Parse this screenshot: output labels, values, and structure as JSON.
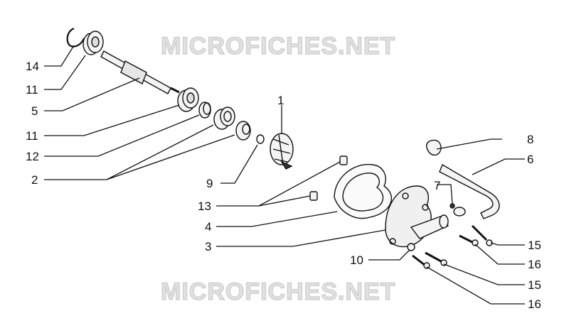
{
  "watermark": {
    "text": "MICROFICHES.NET"
  },
  "callouts": {
    "c1": "1",
    "c2": "2",
    "c3": "3",
    "c4": "4",
    "c5": "5",
    "c6": "6",
    "c7": "7",
    "c8": "8",
    "c9": "9",
    "c10": "10",
    "c11a": "11",
    "c11b": "11",
    "c12": "12",
    "c13": "13",
    "c14": "14",
    "c15a": "15",
    "c15b": "15",
    "c16a": "16",
    "c16b": "16"
  },
  "colors": {
    "ink": "#111111",
    "watermark": "#d4d4d4",
    "part_fill": "#f4f4f4"
  }
}
